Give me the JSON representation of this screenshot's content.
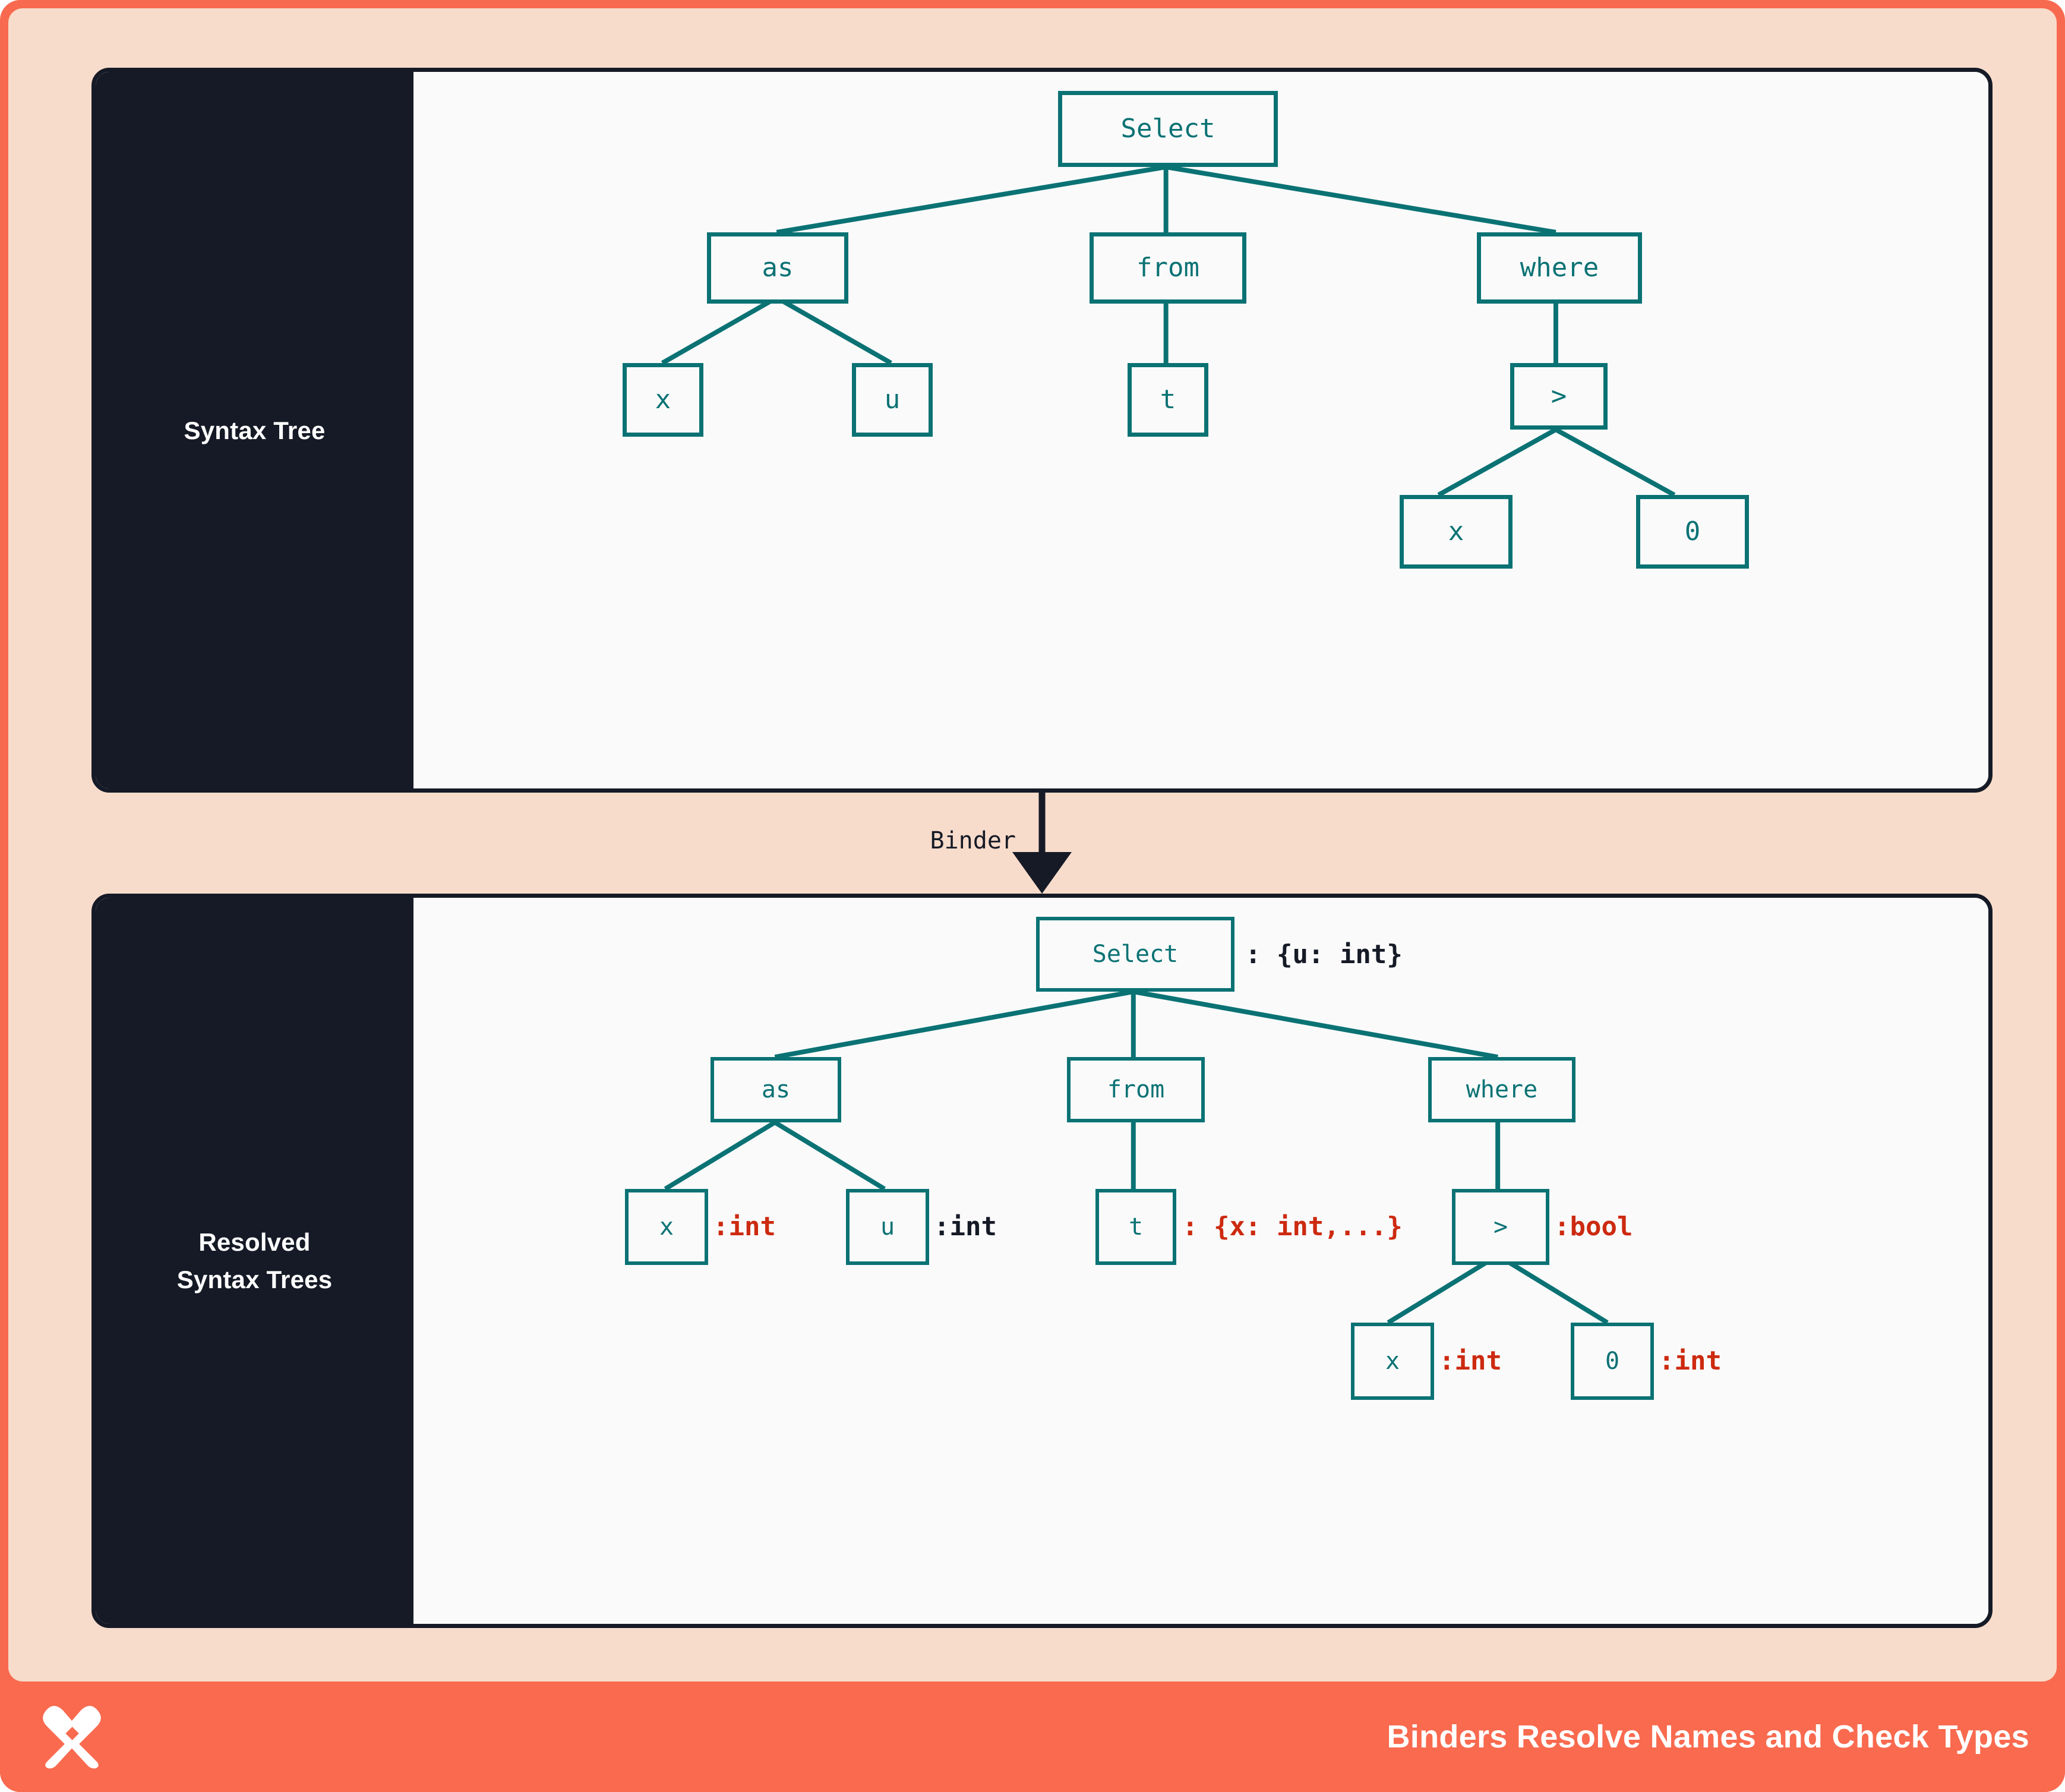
{
  "theme": {
    "frame_orange": "#f86a4f",
    "canvas_peach": "#f8dccb",
    "panel_dark": "#151a26",
    "panel_body": "#fafafa",
    "node_teal": "#0b7274",
    "annotation_red": "#cc2a10",
    "annotation_dark": "#151a26",
    "footer_orange": "#f96a4f"
  },
  "panels": {
    "top": {
      "label": "Syntax Tree"
    },
    "bottom": {
      "label_line1": "Resolved",
      "label_line2": "Syntax Trees"
    }
  },
  "binder": {
    "label": "Binder",
    "arrow_icon": "down-arrow-icon"
  },
  "footer": {
    "logo_name": "brand-x-logo",
    "title": "Binders Resolve Names and Check Types"
  },
  "chart_data": {
    "type": "diagram",
    "title": "Binders Resolve Names and Check Types",
    "subtype": "syntax-tree",
    "trees": [
      {
        "name": "Syntax Tree",
        "annotated": false,
        "nodes": [
          {
            "id": "select",
            "label": "Select",
            "depth": 0
          },
          {
            "id": "as",
            "label": "as",
            "depth": 1,
            "parent": "select"
          },
          {
            "id": "from",
            "label": "from",
            "depth": 1,
            "parent": "select"
          },
          {
            "id": "where",
            "label": "where",
            "depth": 1,
            "parent": "select"
          },
          {
            "id": "as_x",
            "label": "x",
            "depth": 2,
            "parent": "as"
          },
          {
            "id": "as_u",
            "label": "u",
            "depth": 2,
            "parent": "as"
          },
          {
            "id": "from_t",
            "label": "t",
            "depth": 2,
            "parent": "from"
          },
          {
            "id": "gt",
            "label": ">",
            "depth": 2,
            "parent": "where"
          },
          {
            "id": "gt_x",
            "label": "x",
            "depth": 3,
            "parent": "gt"
          },
          {
            "id": "gt_0",
            "label": "0",
            "depth": 3,
            "parent": "gt"
          }
        ]
      },
      {
        "name": "Resolved Syntax Trees",
        "annotated": true,
        "nodes": [
          {
            "id": "select",
            "label": "Select",
            "depth": 0,
            "annotation": ": {u: int}",
            "annotation_color": "dark"
          },
          {
            "id": "as",
            "label": "as",
            "depth": 1,
            "parent": "select",
            "annotation": ""
          },
          {
            "id": "from",
            "label": "from",
            "depth": 1,
            "parent": "select",
            "annotation": ""
          },
          {
            "id": "where",
            "label": "where",
            "depth": 1,
            "parent": "select",
            "annotation": ""
          },
          {
            "id": "as_x",
            "label": "x",
            "depth": 2,
            "parent": "as",
            "annotation": ":int",
            "annotation_color": "red"
          },
          {
            "id": "as_u",
            "label": "u",
            "depth": 2,
            "parent": "as",
            "annotation": ":int",
            "annotation_color": "dark"
          },
          {
            "id": "from_t",
            "label": "t",
            "depth": 2,
            "parent": "from",
            "annotation": ": {x: int,...}",
            "annotation_color": "red"
          },
          {
            "id": "gt",
            "label": ">",
            "depth": 2,
            "parent": "where",
            "annotation": ":bool",
            "annotation_color": "red"
          },
          {
            "id": "gt_x",
            "label": "x",
            "depth": 3,
            "parent": "gt",
            "annotation": ":int",
            "annotation_color": "red"
          },
          {
            "id": "gt_0",
            "label": "0",
            "depth": 3,
            "parent": "gt",
            "annotation": ":int",
            "annotation_color": "red"
          }
        ]
      }
    ],
    "flow": [
      {
        "from": "Syntax Tree",
        "to": "Resolved Syntax Trees",
        "label": "Binder"
      }
    ]
  },
  "nodes_top": {
    "select": "Select",
    "as": "as",
    "from": "from",
    "where": "where",
    "as_x": "x",
    "as_u": "u",
    "from_t": "t",
    "gt": ">",
    "gt_x": "x",
    "gt_0": "0"
  },
  "nodes_bottom": {
    "select": "Select",
    "as": "as",
    "from": "from",
    "where": "where",
    "as_x": "x",
    "as_u": "u",
    "from_t": "t",
    "gt": ">",
    "gt_x": "x",
    "gt_0": "0"
  },
  "annotations_bottom": {
    "select": ": {u: int}",
    "as_x": ":int",
    "as_u": ":int",
    "from_t": ": {x: int,...}",
    "gt": ":bool",
    "gt_x": ":int",
    "gt_0": ":int"
  }
}
